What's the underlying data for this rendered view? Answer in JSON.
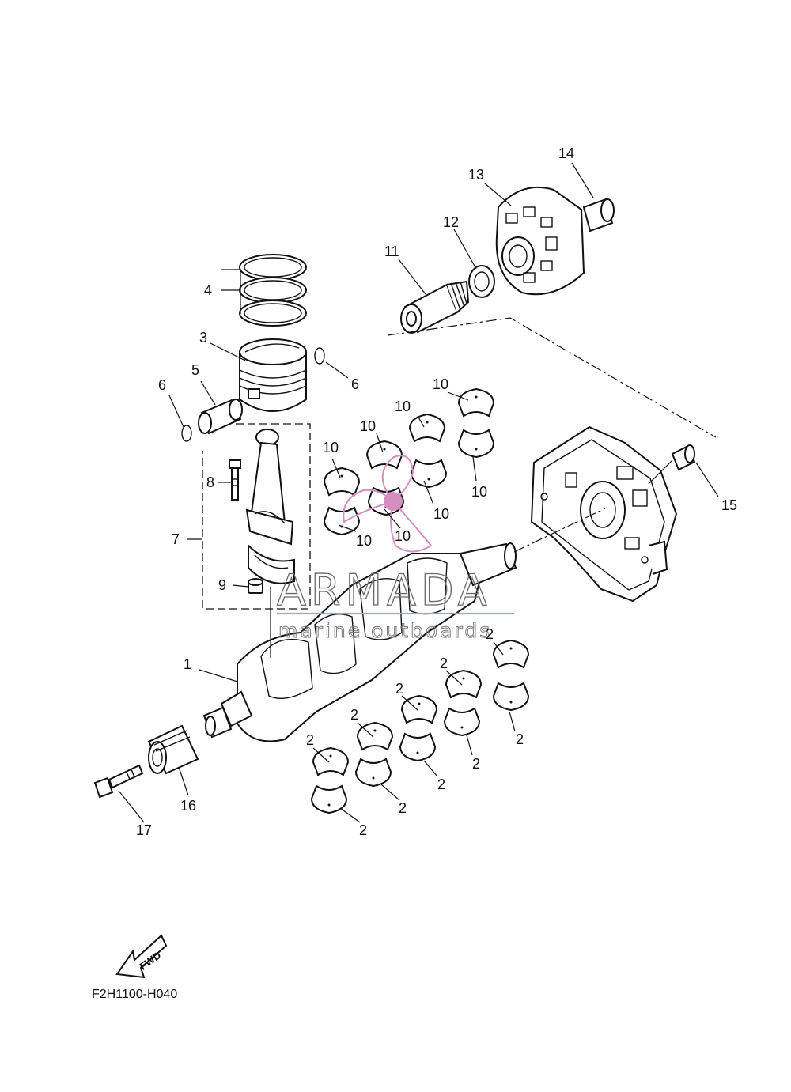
{
  "diagram": {
    "drawing_code": "F2H1100-H040",
    "fwd_label": "FWD",
    "watermark": {
      "brand": "ARMADA",
      "tagline": "marine outboards",
      "color": "#d58fbf"
    },
    "callouts": [
      {
        "id": "c1",
        "label": "1"
      },
      {
        "id": "c2a",
        "label": "2"
      },
      {
        "id": "c2b",
        "label": "2"
      },
      {
        "id": "c2c",
        "label": "2"
      },
      {
        "id": "c2d",
        "label": "2"
      },
      {
        "id": "c2e",
        "label": "2"
      },
      {
        "id": "c2f",
        "label": "2"
      },
      {
        "id": "c2g",
        "label": "2"
      },
      {
        "id": "c2h",
        "label": "2"
      },
      {
        "id": "c2i",
        "label": "2"
      },
      {
        "id": "c2j",
        "label": "2"
      },
      {
        "id": "c3",
        "label": "3"
      },
      {
        "id": "c4",
        "label": "4"
      },
      {
        "id": "c5",
        "label": "5"
      },
      {
        "id": "c6a",
        "label": "6"
      },
      {
        "id": "c6b",
        "label": "6"
      },
      {
        "id": "c7",
        "label": "7"
      },
      {
        "id": "c8",
        "label": "8"
      },
      {
        "id": "c9",
        "label": "9"
      },
      {
        "id": "c10a",
        "label": "10"
      },
      {
        "id": "c10b",
        "label": "10"
      },
      {
        "id": "c10c",
        "label": "10"
      },
      {
        "id": "c10d",
        "label": "10"
      },
      {
        "id": "c10e",
        "label": "10"
      },
      {
        "id": "c10f",
        "label": "10"
      },
      {
        "id": "c10g",
        "label": "10"
      },
      {
        "id": "c10h",
        "label": "10"
      },
      {
        "id": "c11",
        "label": "11"
      },
      {
        "id": "c12",
        "label": "12"
      },
      {
        "id": "c13",
        "label": "13"
      },
      {
        "id": "c14",
        "label": "14"
      },
      {
        "id": "c15",
        "label": "15"
      },
      {
        "id": "c16",
        "label": "16"
      },
      {
        "id": "c17",
        "label": "17"
      }
    ]
  }
}
